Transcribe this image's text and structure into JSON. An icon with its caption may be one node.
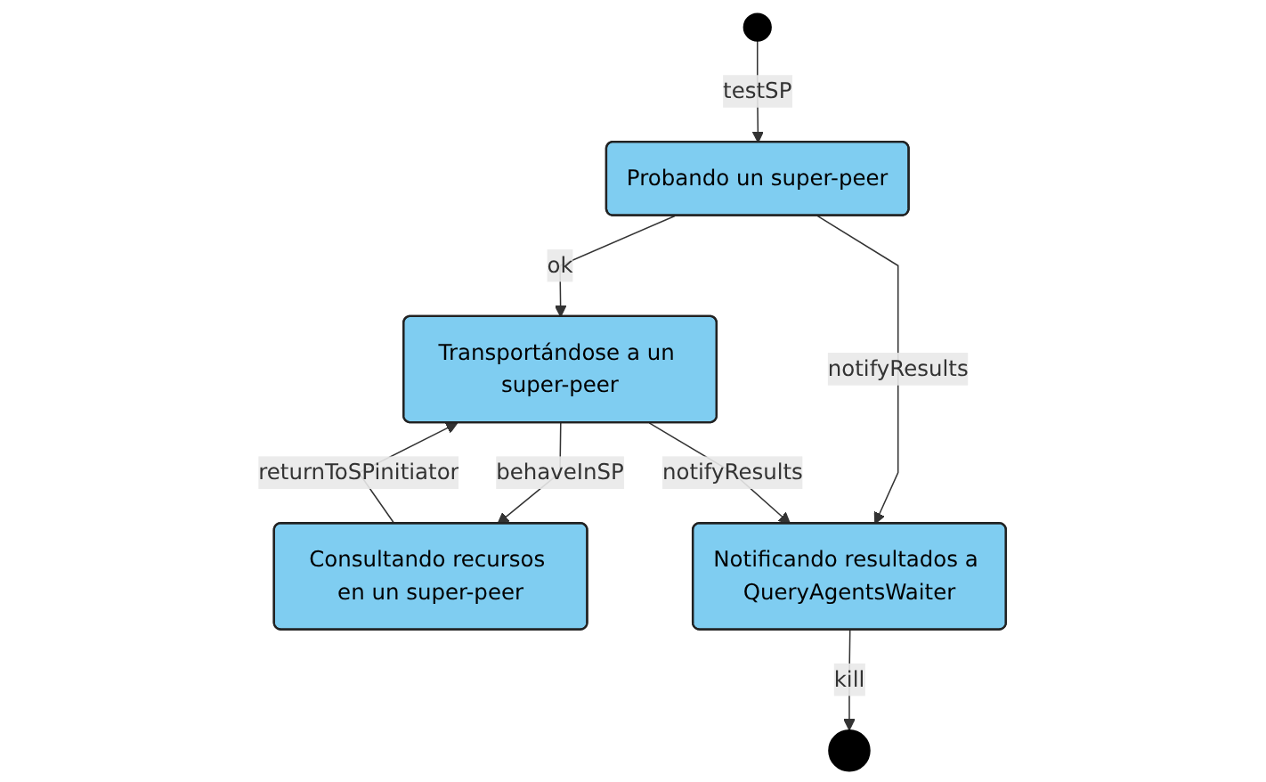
{
  "diagram": {
    "nodes": [
      {
        "text": [],
        "shape": "circle"
      },
      {
        "text": [
          "Probando un super-peer"
        ]
      },
      {
        "text": [
          "Transportándose a un super-peer"
        ]
      },
      {
        "text": [
          "Consultando recursos en un super-peer"
        ]
      },
      {
        "text": [
          "Notificando resultados a QueryAgentsWaiter"
        ]
      },
      {
        "text": [],
        "shape": "circle"
      }
    ],
    "edges": [
      {
        "from": 0,
        "to": 1,
        "arrow": "to",
        "label": "testSP"
      },
      {
        "from": 1,
        "to": 2,
        "arrow": "to",
        "label": "ok"
      },
      {
        "from": 1,
        "to": 4,
        "arrow": "to",
        "label": "notifyResults"
      },
      {
        "from": 2,
        "to": 3,
        "arrow": "to",
        "label": "behaveInSP"
      },
      {
        "from": 3,
        "to": 2,
        "arrow": "to",
        "label": "returnToSPinitiator"
      },
      {
        "from": 2,
        "to": 4,
        "arrow": "to",
        "label": "notifyResults"
      },
      {
        "from": 4,
        "to": 5,
        "arrow": "to",
        "label": "kill"
      }
    ]
  }
}
